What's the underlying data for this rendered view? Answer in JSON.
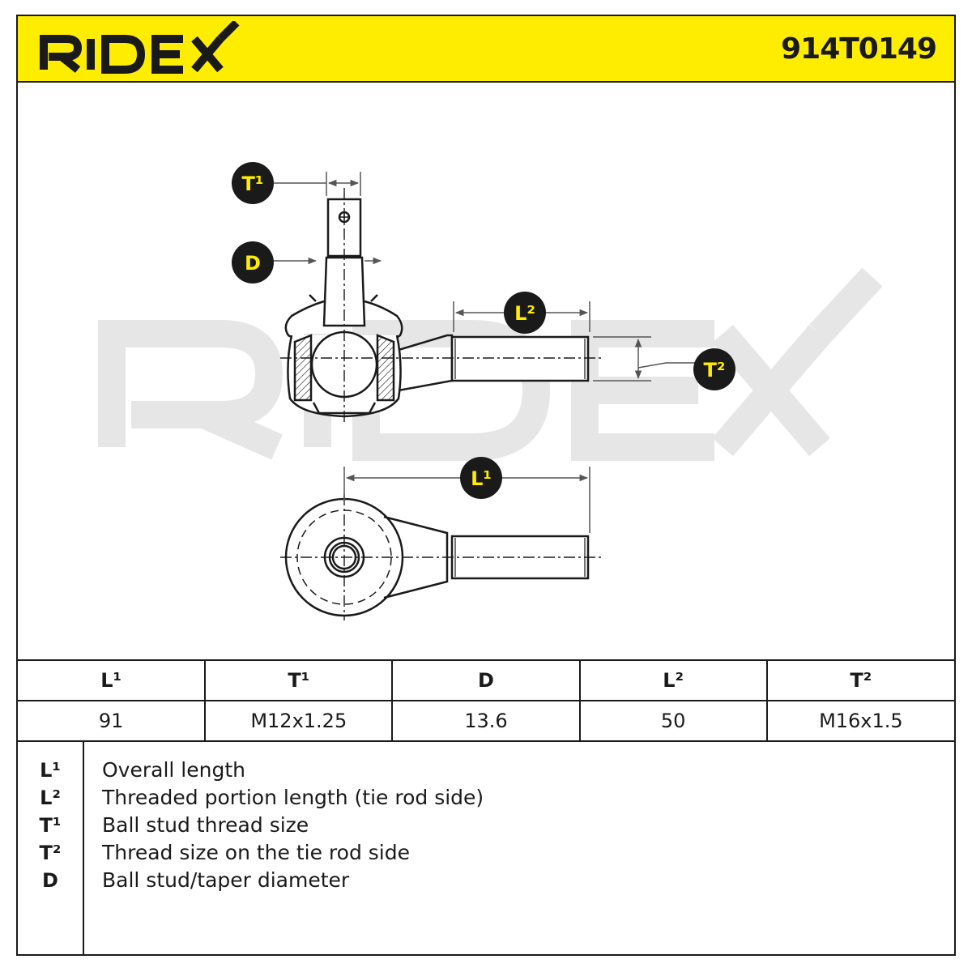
{
  "brand": {
    "logo_text": "RIDEX",
    "accent_color": "#ffed00"
  },
  "part_number": "914T0149",
  "drawing": {
    "labels": {
      "t1": "T¹",
      "d": "D",
      "l2": "L²",
      "t2": "T²",
      "l1": "L¹"
    }
  },
  "spec_table": {
    "headers": [
      "L¹",
      "T¹",
      "D",
      "L²",
      "T²"
    ],
    "values": [
      "91",
      "M12x1.25",
      "13.6",
      "50",
      "M16x1.5"
    ]
  },
  "legend": [
    {
      "key": "L¹",
      "text": "Overall length"
    },
    {
      "key": "L²",
      "text": "Threaded portion length (tie rod side)"
    },
    {
      "key": "T¹",
      "text": "Ball stud thread size"
    },
    {
      "key": "T²",
      "text": "Thread size on the tie rod side"
    },
    {
      "key": "D",
      "text": "Ball stud/taper diameter"
    }
  ]
}
